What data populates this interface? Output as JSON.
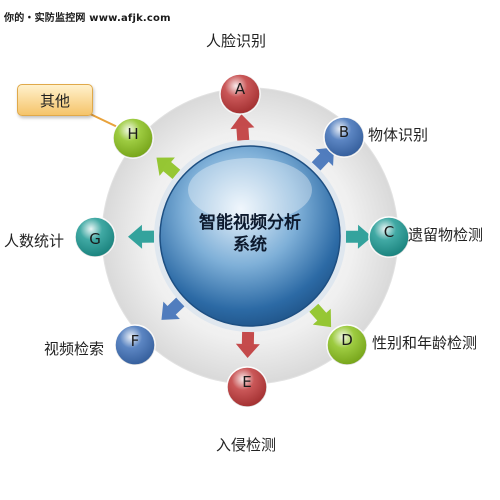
{
  "watermark": "你的・实防监控网 www.afjk.com",
  "center": {
    "line1": "智能视频分析",
    "line2": "系统"
  },
  "callout": "其他",
  "nodes": [
    {
      "letter": "A",
      "label": "人脸识别",
      "color": "#c0393a"
    },
    {
      "letter": "B",
      "label": "物体识别",
      "color": "#3f70b8"
    },
    {
      "letter": "C",
      "label": "遗留物检测",
      "color": "#1f9a94"
    },
    {
      "letter": "D",
      "label": "性别和年龄检测",
      "color": "#8cc21f"
    },
    {
      "letter": "E",
      "label": "入侵检测",
      "color": "#c0393a"
    },
    {
      "letter": "F",
      "label": "视频检索",
      "color": "#3f70b8"
    },
    {
      "letter": "G",
      "label": "人数统计",
      "color": "#1f9a94"
    },
    {
      "letter": "H",
      "label": "",
      "color": "#8cc21f"
    }
  ]
}
